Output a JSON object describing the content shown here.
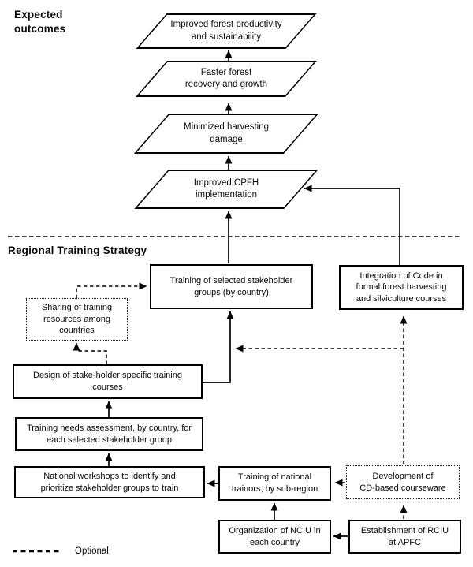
{
  "page": {
    "background_color": "#ffffff",
    "ink_color": "#000000"
  },
  "headings": {
    "expected_outcomes": "Expected\noutcomes",
    "regional_training_strategy": "Regional Training Strategy"
  },
  "expected_outcomes_flow": {
    "improved_productivity": "Improved forest productivity\nand sustainability",
    "faster_recovery": "Faster forest\nrecovery and growth",
    "minimized_damage": "Minimized harvesting\ndamage",
    "improved_cpfh": "Improved CPFH\nimplementation"
  },
  "strategy_boxes": {
    "training_selected": "Training of selected stakeholder\ngroups (by country)",
    "integration_code": "Integration of Code in\nformal forest harvesting\nand silviculture courses",
    "sharing_resources": "Sharing of training\nresources among\ncountries",
    "design_courses": "Design of stake-holder specific training\ncourses",
    "needs_assessment": "Training needs assessment, by country, for\neach selected stakeholder group",
    "national_workshops": "National workshops to identify and\nprioritize stakeholder groups to train",
    "training_trainors": "Training of national\ntrainors, by sub-region",
    "cd_courseware": "Development of\nCD-based courseware",
    "organization_nciu": "Organization of NCIU in\neach country",
    "establishment_rciu": "Establishment of RCIU\nat APFC"
  },
  "legend": {
    "dashed_line_label": "Optional"
  }
}
